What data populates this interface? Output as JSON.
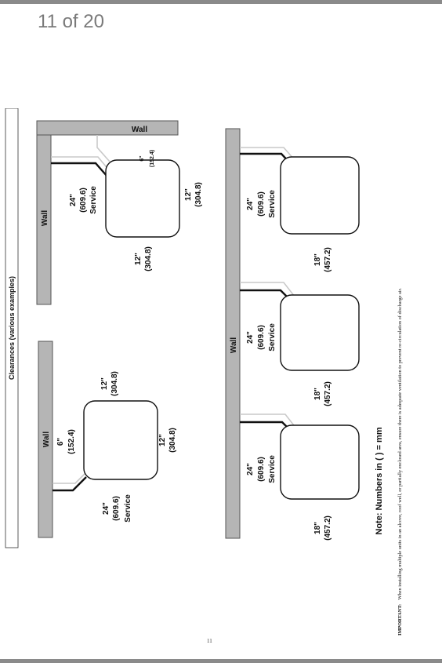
{
  "viewer": {
    "page_indicator": "11 of 20"
  },
  "document": {
    "page_number": "11",
    "section_title": "Clearances (various examples)",
    "wall_label": "Wall",
    "clear_6in": "6\"",
    "clear_6mm": "(152.4)",
    "clear_12in": "12\"",
    "clear_12mm": "(304.8)",
    "clear_18in": "18\"",
    "clear_18mm": "(457.2)",
    "clear_24in": "24\"",
    "clear_24mm": "(609.6)",
    "service_label": "Service",
    "note": "Note:  Numbers in ( ) = mm",
    "important_label": "IMPORTANT:",
    "important_text": "When installing multiple units in an alcove, roof well, or partially enclosed area, ensure there is adequate ventilation to prevent re-circulation of discharge air."
  }
}
